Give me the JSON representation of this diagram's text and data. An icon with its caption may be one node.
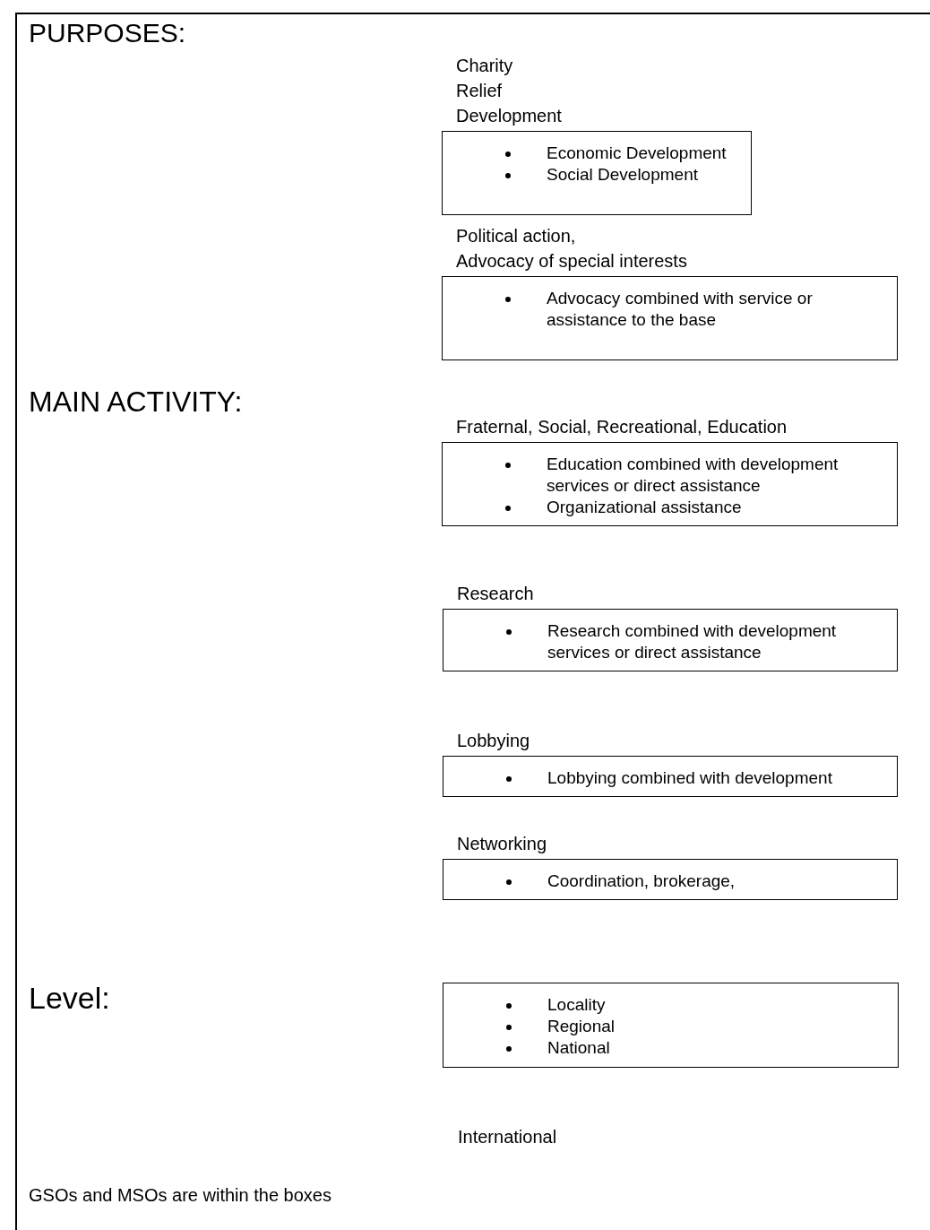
{
  "diagram": {
    "nodes": [
      {
        "text": [
          "Charity",
          "Relief",
          "Development",
          "Economic Development",
          "Social Development"
        ]
      },
      {
        "text": [
          "Political action,",
          "Advocacy of special interests",
          "Advocacy combined with service or assistance to the base"
        ]
      },
      {
        "text": [
          "Fraternal, Social, Recreational, Education",
          "Education combined with development services or direct assistance",
          "Organizational assistance"
        ]
      },
      {
        "text": [
          "Research",
          "Research combined with development services or direct assistance"
        ]
      },
      {
        "text": [
          "Lobbying",
          "Lobbying combined with development"
        ]
      },
      {
        "text": [
          "Networking",
          "Coordination, brokerage,"
        ]
      },
      {
        "text": [
          "Locality",
          "Regional",
          "National"
        ]
      }
    ],
    "labels": [
      "PURPOSES:",
      "MAIN ACTIVITY:",
      "Level:",
      "International",
      "GSOs and MSOs are within the boxes"
    ]
  }
}
